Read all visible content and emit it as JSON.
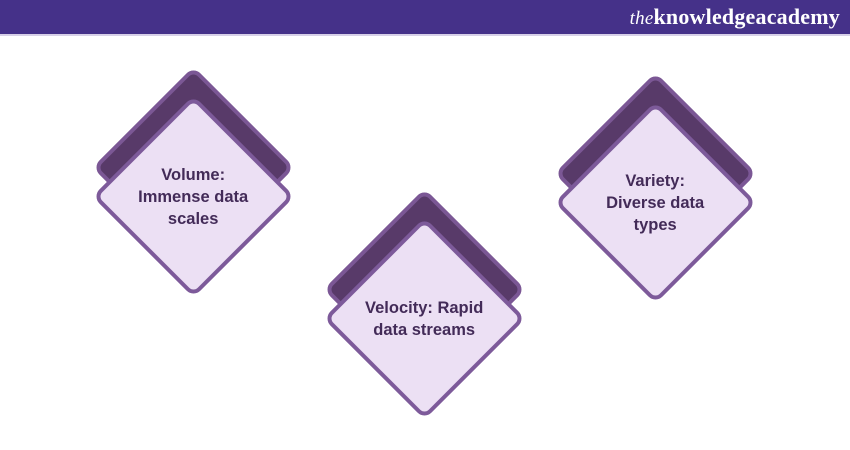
{
  "header": {
    "logo": {
      "prefix": "the",
      "name": "knowledgeacademy"
    }
  },
  "diamonds": [
    {
      "id": "volume",
      "label": "Volume:\nImmense data\nscales"
    },
    {
      "id": "velocity",
      "label": "Velocity: Rapid\ndata streams"
    },
    {
      "id": "variety",
      "label": "Variety:\nDiverse data\ntypes"
    }
  ],
  "colors": {
    "header-bg": "#453189",
    "header-underline": "#d7d0e8",
    "logo-color": "#ffffff",
    "back-fill": "#583a69",
    "back-border": "#7b5795",
    "front-fill": "#ece0f4",
    "front-border": "#7d5a9a",
    "label-color": "#432b58",
    "page-bg": "#ffffff"
  }
}
